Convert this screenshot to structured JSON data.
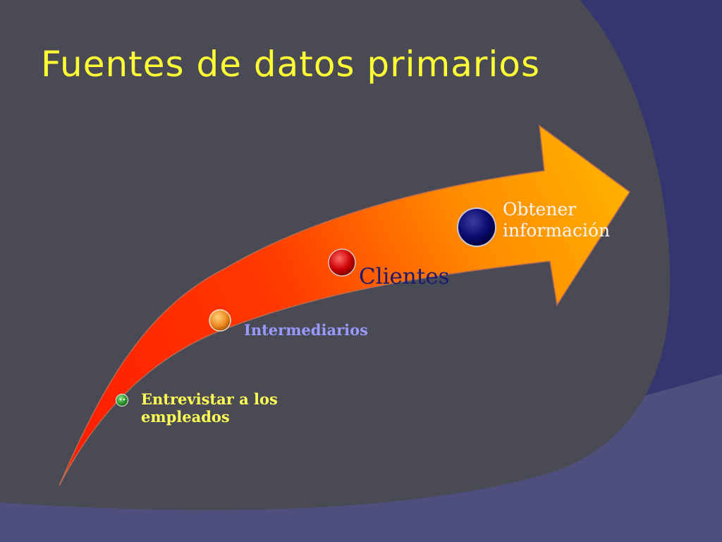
{
  "slide": {
    "title": "Fuentes de datos primarios"
  },
  "colors": {
    "title": "#ffff33",
    "background_dark": "#4a4a55",
    "background_accent": "#33336e",
    "arrow_start": "#ff1a00",
    "arrow_end": "#ffb000"
  },
  "steps": [
    {
      "label_lines": [
        "Entrevistar a los",
        "empleados"
      ],
      "label_color": "#ffff55",
      "marker_color": "#2e9a2e",
      "marker_icon": "green-bullet"
    },
    {
      "label_lines": [
        "Intermediarios"
      ],
      "label_color": "#9999ff",
      "marker_color": "#f08a20",
      "marker_icon": "orange-bullet"
    },
    {
      "label_lines": [
        "Clientes"
      ],
      "label_color": "#1a1a6e",
      "marker_color": "#cc0000",
      "marker_icon": "red-bullet"
    },
    {
      "label_lines": [
        "Obtener",
        "información"
      ],
      "label_color": "#f5f5f5",
      "marker_color": "#0a0a6e",
      "marker_icon": "navy-bullet"
    }
  ]
}
